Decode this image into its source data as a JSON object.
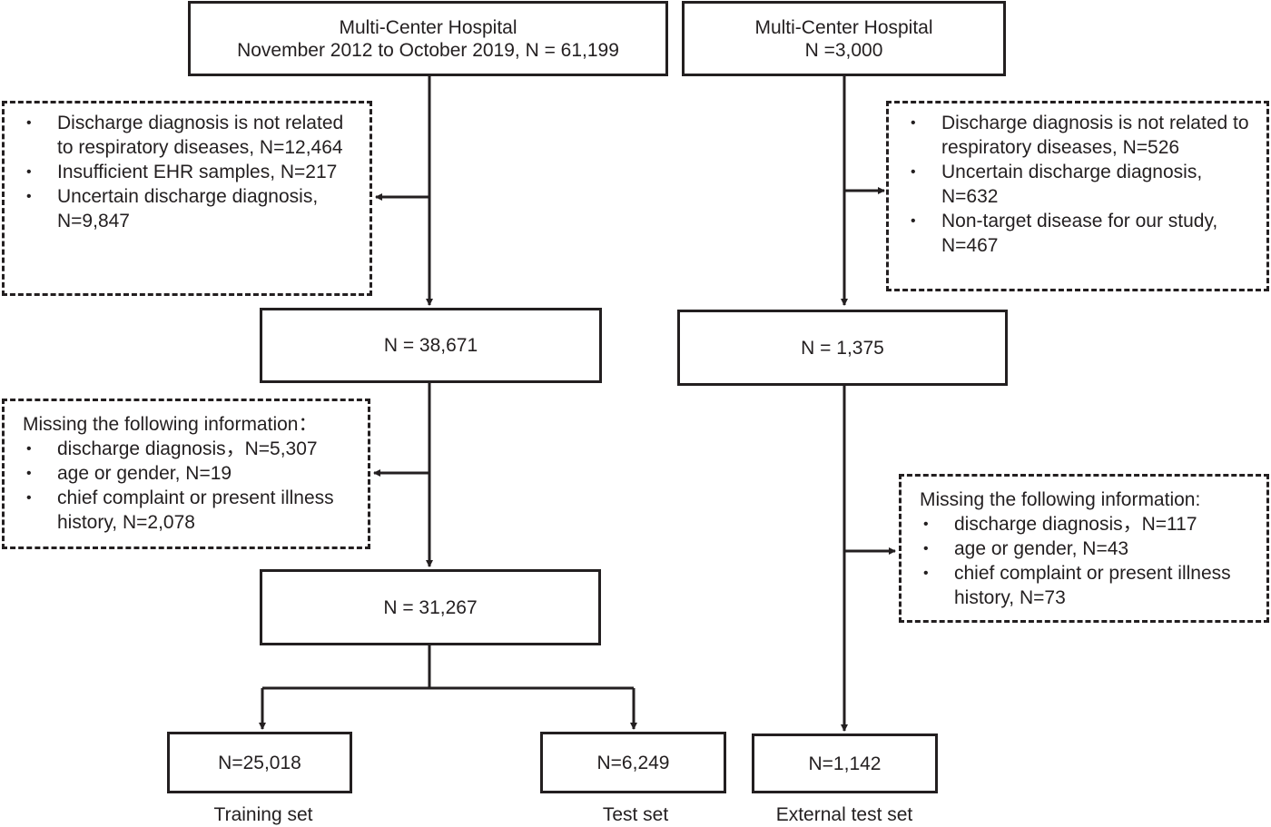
{
  "left_branch": {
    "source": {
      "line1": "Multi-Center Hospital",
      "line2": "November 2012 to October 2019, N = 61,199"
    },
    "exclusion1": {
      "items": [
        "Discharge diagnosis is not related to respiratory diseases, N=12,464",
        "Insufficient EHR samples, N=217",
        "Uncertain discharge diagnosis, N=9,847"
      ]
    },
    "step1": "N = 38,671",
    "exclusion2": {
      "heading": "Missing the following information：",
      "items": [
        "discharge diagnosis，N=5,307",
        "age or gender, N=19",
        "chief complaint or present illness history, N=2,078"
      ]
    },
    "step2": "N = 31,267",
    "training": {
      "count": "N=25,018",
      "label": "Training set"
    },
    "test": {
      "count": "N=6,249",
      "label": "Test set"
    }
  },
  "right_branch": {
    "source": {
      "line1": "Multi-Center Hospital",
      "line2": "N =3,000"
    },
    "exclusion1": {
      "items": [
        "Discharge diagnosis is not related to respiratory diseases, N=526",
        "Uncertain discharge diagnosis, N=632",
        "Non-target disease for our study, N=467"
      ]
    },
    "step1": "N = 1,375",
    "exclusion2": {
      "heading": "Missing the following information:",
      "items": [
        "discharge diagnosis，N=117",
        "age or gender, N=43",
        "chief complaint or present illness history, N=73"
      ]
    },
    "external": {
      "count": "N=1,142",
      "label": "External test set"
    }
  },
  "colors": {
    "line": "#231f20",
    "background": "#ffffff"
  }
}
